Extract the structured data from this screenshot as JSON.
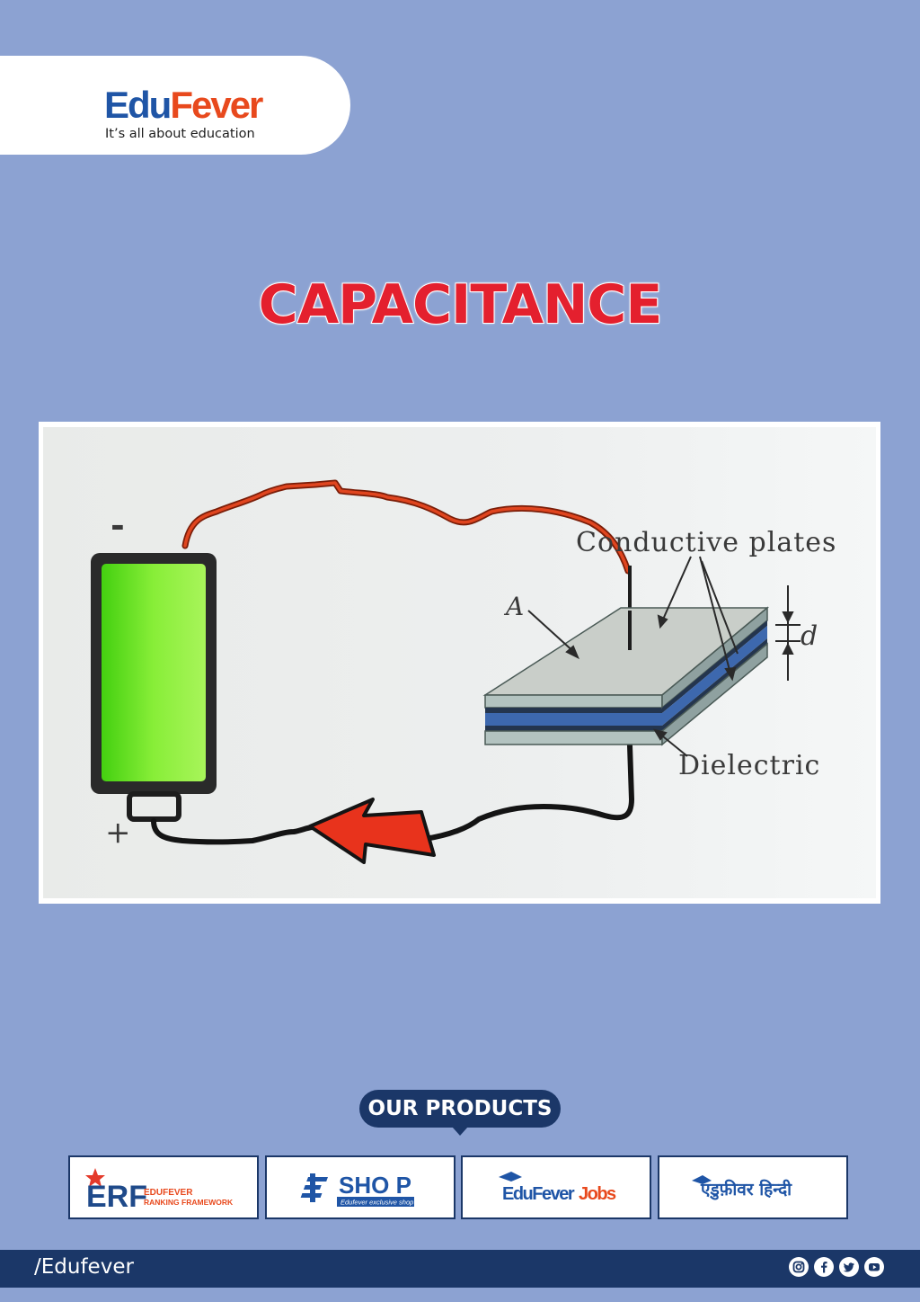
{
  "brand": {
    "name_part1": "Edu",
    "name_part2": "Fever",
    "tagline": "It’s all about education",
    "color_primary": "#1f55a6",
    "color_accent": "#e8491d"
  },
  "page": {
    "title": "CAPACITANCE",
    "background": "#8ca2d2"
  },
  "diagram": {
    "minus_sign": "-",
    "plus_sign": "+",
    "label_plates": "Conductive plates",
    "label_area": "A",
    "label_distance": "d",
    "label_dielectric": "Dielectric"
  },
  "products": {
    "heading": "OUR PRODUCTS",
    "items": [
      {
        "name": "erf",
        "logo_text": "ERF",
        "line1": "EDUFEVER",
        "line2": "RANKING FRAMEWORK"
      },
      {
        "name": "shop",
        "logo_text": "SHO P",
        "subtitle": "Edufever exclusive shop"
      },
      {
        "name": "jobs",
        "logo_text_1": "EduFever",
        "logo_text_2": "Jobs"
      },
      {
        "name": "hindi",
        "logo_text": "एडुफ़ीवर हिन्दी"
      }
    ]
  },
  "footer": {
    "handle": "/Edufever",
    "social_icons": [
      "instagram-icon",
      "facebook-icon",
      "twitter-icon",
      "youtube-icon"
    ]
  }
}
